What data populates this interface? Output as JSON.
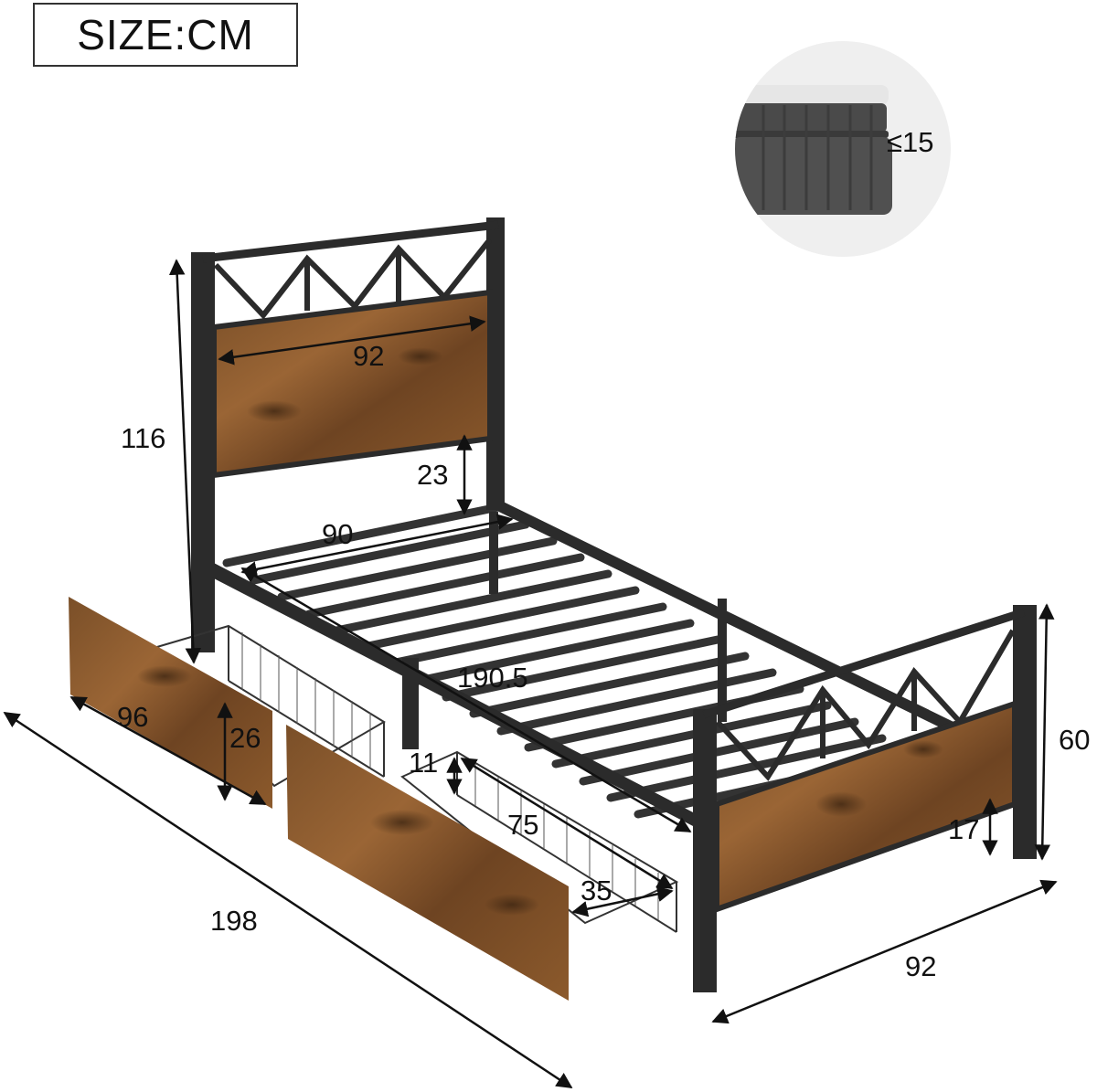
{
  "unit_badge": {
    "label": "SIZE:CM"
  },
  "mattress_inset": {
    "label": "≤15",
    "description": "mattress thickness limit"
  },
  "dimensions": {
    "overall_height": "116",
    "headboard_panel_width": "92",
    "headboard_clearance": "23",
    "inner_width": "90",
    "inner_length": "190.5",
    "drawer_front_width": "96",
    "drawer_front_height": "26",
    "drawer_basket_height": "11",
    "drawer_basket_length": "75",
    "drawer_basket_width": "35",
    "footboard_height": "60",
    "footboard_clearance": "17",
    "overall_length": "198",
    "overall_width": "92"
  },
  "colors": {
    "metal": "#2b2b2b",
    "wood": "#8a5a2e",
    "wood_dark": "#5e3b1c",
    "inset_bg": "#efefef"
  }
}
